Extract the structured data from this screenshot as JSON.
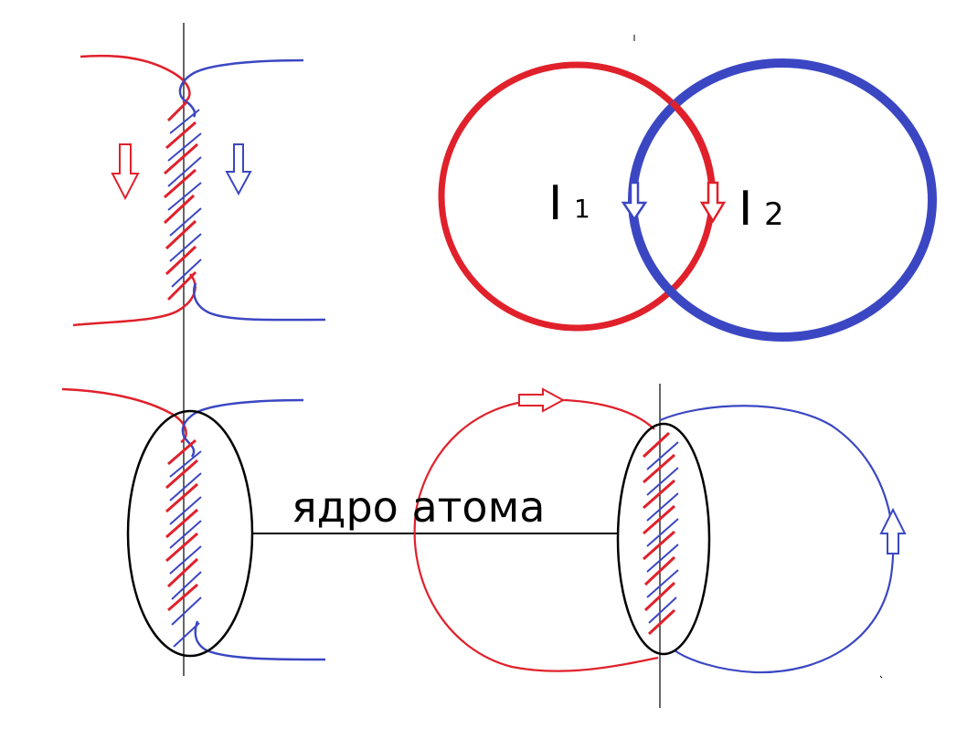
{
  "labels": {
    "nucleus": "ядро атома",
    "current1_letter": "I",
    "current1_index": "1",
    "current2_letter": "I",
    "current2_index": "2"
  },
  "colors": {
    "red": "#e0212b",
    "blue": "#3b47c2",
    "black": "#000000",
    "background": "#ffffff"
  },
  "icons": [
    "down-arrow-icon",
    "right-arrow-icon",
    "up-arrow-icon"
  ]
}
